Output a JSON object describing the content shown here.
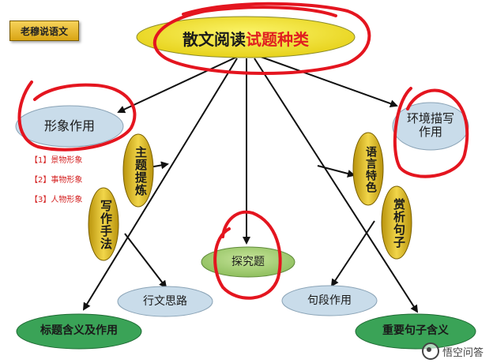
{
  "badge": "老穆说语文",
  "title": {
    "prefix": "散文阅读",
    "highlight": "试题种类"
  },
  "nodes": {
    "xingxiang": "形象作用",
    "huanjing_1": "环境描写",
    "huanjing_2": "作用",
    "zhuti": "主题提炼",
    "xiezuo": "写作手法",
    "tanjiu": "探究题",
    "xingwen": "行文思路",
    "biaoti": "标题含义及作用",
    "yuyan": "语言特色",
    "shangxi": "赏析句子",
    "juduan": "句段作用",
    "zhongyao": "重要句子含义"
  },
  "list": [
    "【1】景物形象",
    "【2】事物形象",
    "【3】人物形象"
  ],
  "footer": "悟空问答",
  "colors": {
    "title_fill": "#f4e62a",
    "title_highlight": "#e02020",
    "blue_fill": "#c9dcea",
    "green_fill": "#3aa357",
    "light_green_fill": "#a9d27a",
    "yellow_fill": "#e7c535",
    "annotation_red": "#e4151f",
    "list_red": "#d42020"
  },
  "icons": {
    "footer": "wukong-logo-icon"
  }
}
